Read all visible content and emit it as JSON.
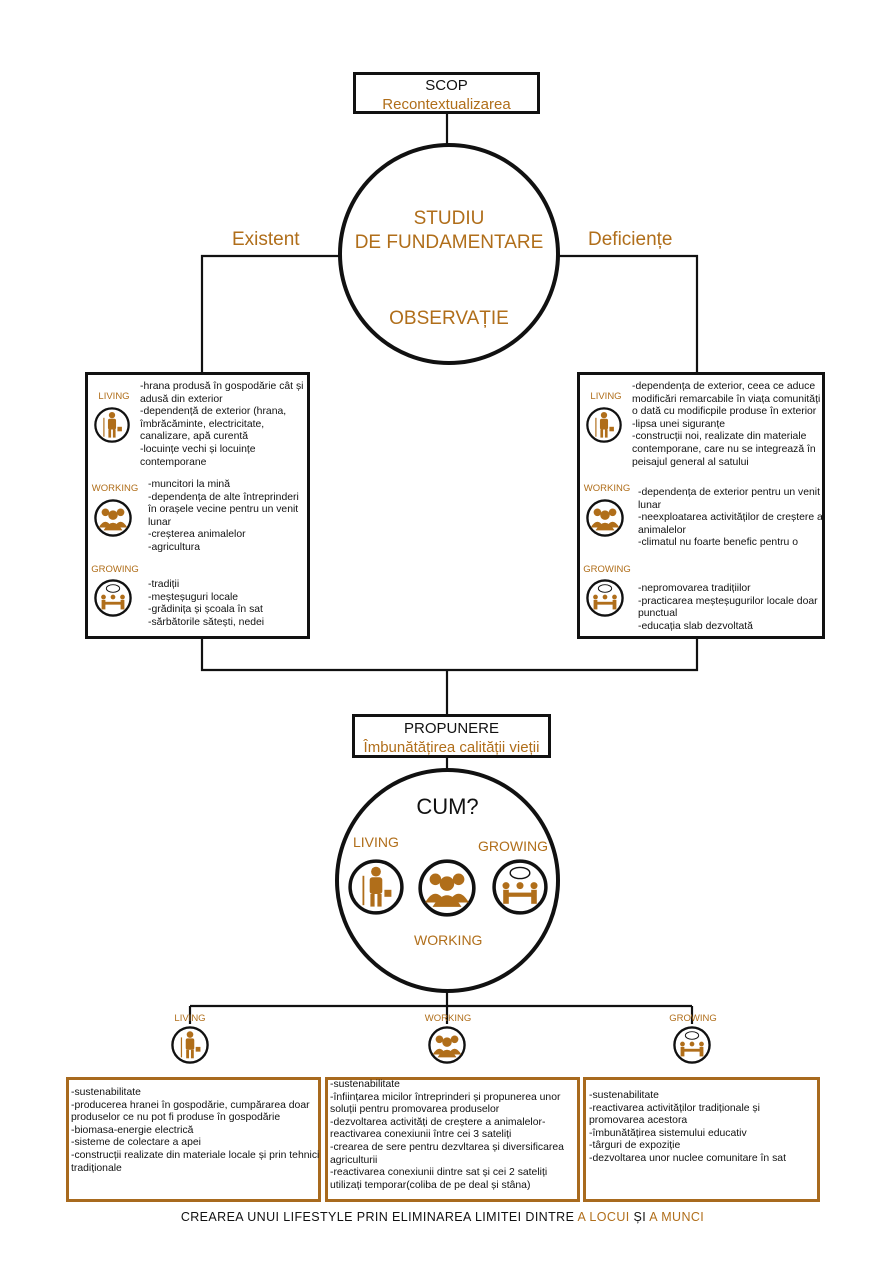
{
  "scop": {
    "label": "SCOP",
    "value": "Recontextualizarea"
  },
  "studiu": {
    "line1": "STUDIU",
    "line2": "DE FUNDAMENTARE",
    "observatie": "OBSERVAȚIE"
  },
  "existent_label": "Existent",
  "deficiente_label": "Deficiențe",
  "categories": {
    "living": "LIVING",
    "working": "WORKING",
    "growing": "GROWING"
  },
  "existent": {
    "living": [
      "-hrana produsă în gospodărie cât și",
      "adusă din exterior",
      "-dependență de exterior (hrana,",
      "îmbrăcăminte, electricitate,",
      "canalizare, apă curentă",
      "-locuințe vechi și locuințe",
      "contemporane"
    ],
    "working": [
      "-muncitori la mină",
      "-dependența de alte întreprinderi",
      "în orașele vecine pentru un venit",
      "lunar",
      "-creșterea animalelor",
      "-agricultura"
    ],
    "growing": [
      "-tradiții",
      "-meșteșuguri locale",
      "-grădinița și școala în sat",
      "-sărbătorile sătești, nedei"
    ]
  },
  "deficiente": {
    "living": [
      "-dependența de exterior, ceea ce aduce",
      "modificări remarcabile în viața comunități",
      "o dată cu modificpile produse în exterior",
      "-lipsa unei siguranțe",
      "-construcții noi, realizate din materiale",
      "contemporane, care nu se integrează în",
      "peisajul general al satului"
    ],
    "working": [
      "-dependența de exterior pentru un venit",
      "lunar",
      "-neexploatarea activităților de creștere a",
      "animalelor",
      "-climatul nu foarte benefic pentru o"
    ],
    "growing": [
      "-nepromovarea tradițiilor",
      "-practicarea meșteșugurilor locale doar",
      "punctual",
      "-educația slab dezvoltată"
    ]
  },
  "propunere": {
    "label": "PROPUNERE",
    "value": "Îmbunătățirea calității vieții"
  },
  "cum": "CUM?",
  "bottom": {
    "living": [
      "-sustenabilitate",
      "-producerea hranei în gospodărie, cumpărarea doar",
      "produselor ce nu pot fi produse în gospodărie",
      "-biomasa-energie electrică",
      "-sisteme de colectare a apei",
      "-construcții realizate din materiale locale și prin tehnici",
      "tradiționale"
    ],
    "working": [
      "-sustenabilitate",
      "-înființarea micilor întreprinderi și propunerea unor",
      "soluții pentru promovarea produselor",
      "-dezvoltarea activități de creștere a animalelor-",
      "reactivarea conexiunii între cei 3 sateliți",
      "-crearea de sere pentru dezvltarea și diversificarea",
      "agriculturii",
      "-reactivarea conexiunii dintre sat și cei 2 sateliți",
      "utilizați temporar(coliba de pe deal și stâna)"
    ],
    "growing": [
      "-sustenabilitate",
      "-reactivarea activităților tradiționale și",
      "promovarea acestora",
      "-îmbunătățirea sistemului educativ",
      "-târguri de expoziție",
      "-dezvoltarea unor nuclee comunitare în sat"
    ]
  },
  "footer": {
    "part1": "CREAREA UNUI LIFESTYLE PRIN ELIMINAREA LIMITEI DINTRE ",
    "highlight1": "A LOCUI",
    "part2": " ȘI ",
    "highlight2": "A MUNCI"
  },
  "colors": {
    "accent": "#b06e1a",
    "line": "#111111"
  }
}
